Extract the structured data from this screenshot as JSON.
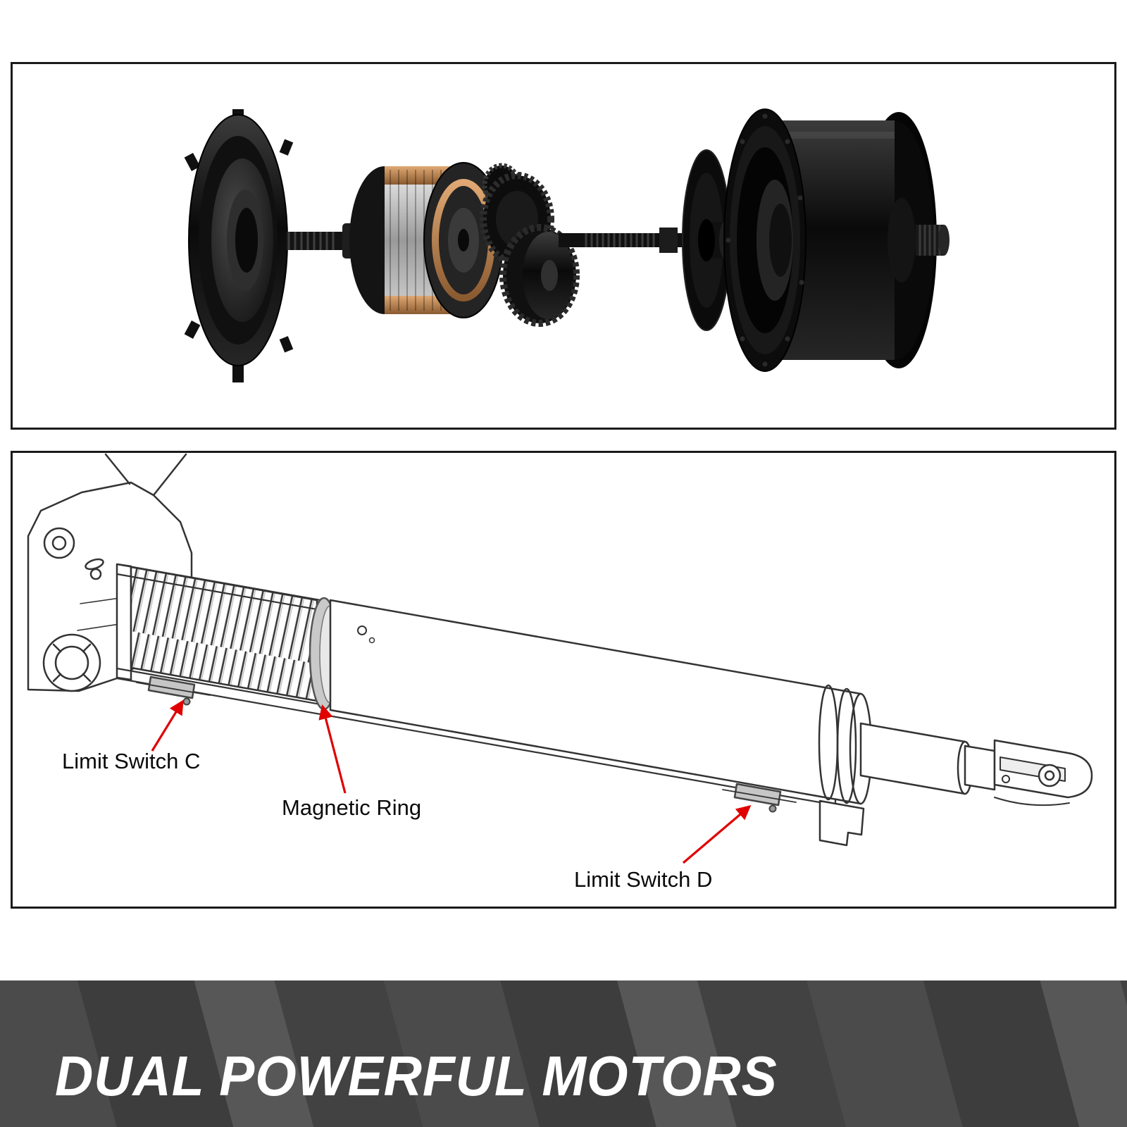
{
  "page": {
    "background_color": "#ffffff"
  },
  "panel_exploded_motor": {
    "description": "Exploded view photo of dual hub motor components",
    "border_color": "#1b1b1b"
  },
  "panel_actuator_diagram": {
    "description": "Cutaway line drawing of linear actuator",
    "border_color": "#1b1b1b",
    "arrow_color": "#e00000",
    "labels": {
      "limit_switch_c": "Limit Switch C",
      "magnetic_ring": "Magnetic Ring",
      "limit_switch_d": "Limit Switch D"
    }
  },
  "banner": {
    "title": "DUAL POWERFUL MOTORS",
    "text_color": "#ffffff",
    "stripe_colors": [
      "#4b4b4b",
      "#3d3d3d",
      "#575757",
      "#424242"
    ]
  }
}
